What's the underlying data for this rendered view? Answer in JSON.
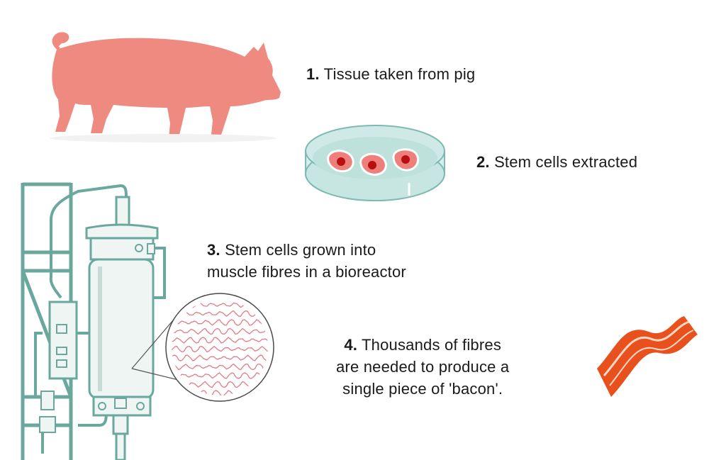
{
  "colors": {
    "pig": "#ef8a80",
    "dish_fill": "#c7e6e2",
    "dish_stroke": "#7fbab2",
    "cell_outer": "#ee7f7a",
    "cell_nucleus": "#b8100f",
    "reactor_stroke": "#6aa89d",
    "reactor_body": "#eef5f3",
    "reactor_frame": "#6aa89d",
    "fibre": "#e37b86",
    "bacon": "#e8501e",
    "bacon_stripe": "#ffd9c4"
  },
  "steps": [
    {
      "num": "1.",
      "lines": [
        "Tissue taken from pig"
      ],
      "icon": "pig-icon"
    },
    {
      "num": "2.",
      "lines": [
        "Stem cells extracted"
      ],
      "icon": "petri-dish-icon"
    },
    {
      "num": "3.",
      "lines": [
        "Stem cells grown into",
        "muscle fibres in a bioreactor"
      ],
      "icon": "bioreactor-icon"
    },
    {
      "num": "4.",
      "lines": [
        "Thousands of fibres",
        "are needed to produce a",
        "single piece of 'bacon'."
      ],
      "icon": "bacon-icon"
    }
  ]
}
